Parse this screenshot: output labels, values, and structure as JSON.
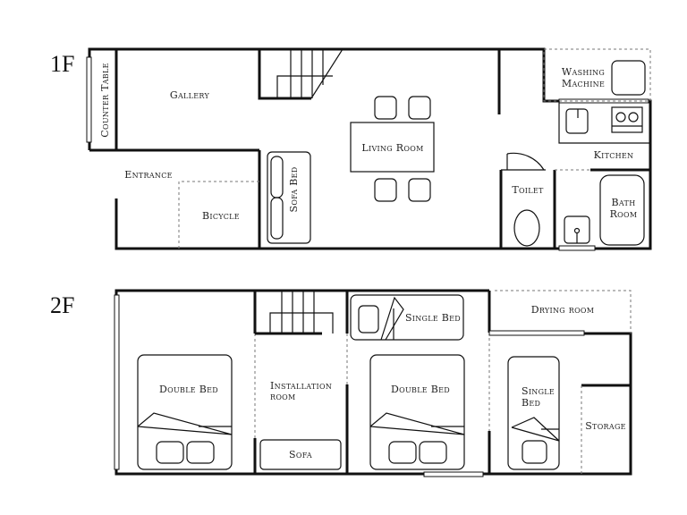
{
  "floors": {
    "first": {
      "label": "1F",
      "rooms": {
        "counter_table": "Counter Table",
        "gallery": "Gallery",
        "entrance": "Entrance",
        "bicycle": "Bicycle",
        "sofa_bed": "Sofa Bed",
        "living_room": "Living Room",
        "washing_machine_1": "Washing",
        "washing_machine_2": "Machine",
        "kitchen": "Kitchen",
        "toilet": "Toilet",
        "bath_room_1": "Bath",
        "bath_room_2": "Room"
      }
    },
    "second": {
      "label": "2F",
      "rooms": {
        "double_bed_left": "Double Bed",
        "installation_room_1": "Installation",
        "installation_room_2": "room",
        "sofa": "Sofa",
        "single_bed_top": "Single Bed",
        "double_bed_right": "Double Bed",
        "drying_room": "Drying room",
        "single_bed_right_1": "Single",
        "single_bed_right_2": "Bed",
        "storage": "Storage"
      }
    }
  }
}
